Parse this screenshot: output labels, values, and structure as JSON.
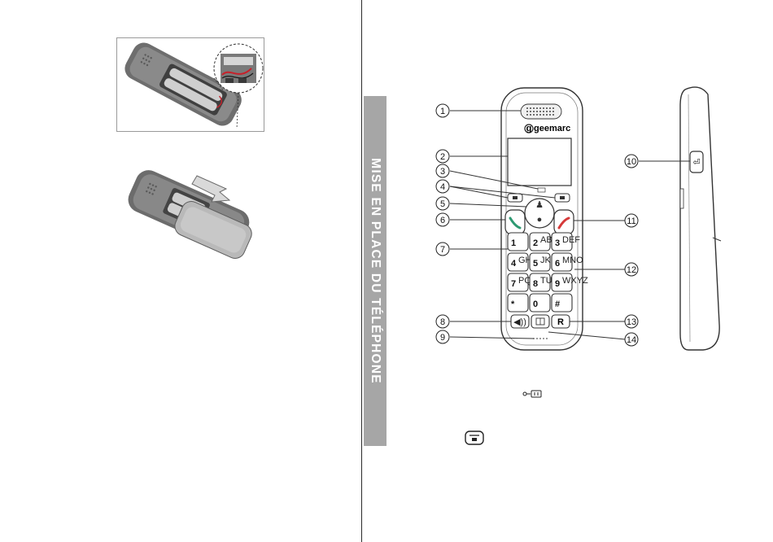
{
  "side_tab": {
    "title": "MISE EN PLACE DU TÉLÉPHONE"
  },
  "handset": {
    "brand": "geemarc",
    "keys": [
      {
        "digit": "1",
        "letters": ""
      },
      {
        "digit": "2",
        "letters": "ABC"
      },
      {
        "digit": "3",
        "letters": "DEF"
      },
      {
        "digit": "4",
        "letters": "GHI"
      },
      {
        "digit": "5",
        "letters": "JKL"
      },
      {
        "digit": "6",
        "letters": "MNO"
      },
      {
        "digit": "7",
        "letters": "PQRS"
      },
      {
        "digit": "8",
        "letters": "TUV"
      },
      {
        "digit": "9",
        "letters": "WXYZ"
      },
      {
        "digit": "*",
        "letters": ""
      },
      {
        "digit": "0",
        "letters": ""
      },
      {
        "digit": "#",
        "letters": ""
      }
    ],
    "r_key": "R"
  },
  "callouts": [
    "1",
    "2",
    "3",
    "4",
    "5",
    "6",
    "7",
    "8",
    "9",
    "10",
    "11",
    "12",
    "13",
    "14"
  ],
  "icons": [
    "dc-power-icon",
    "menu-key-icon"
  ]
}
